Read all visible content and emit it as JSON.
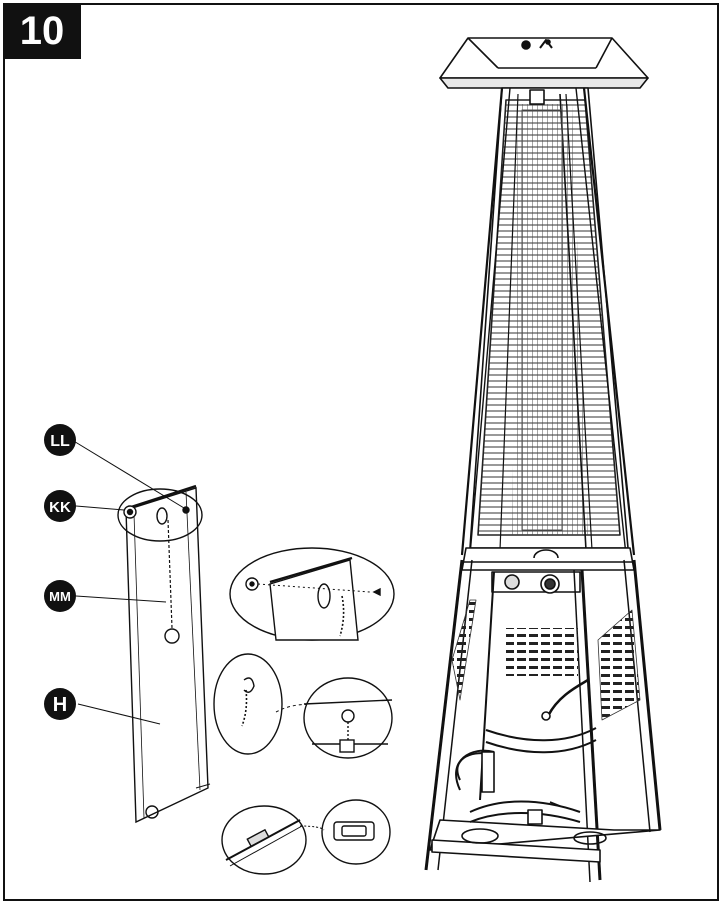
{
  "step": {
    "number": "10"
  },
  "callouts": {
    "ll": "LL",
    "kk": "KK",
    "mm": "MM",
    "h": "H"
  }
}
